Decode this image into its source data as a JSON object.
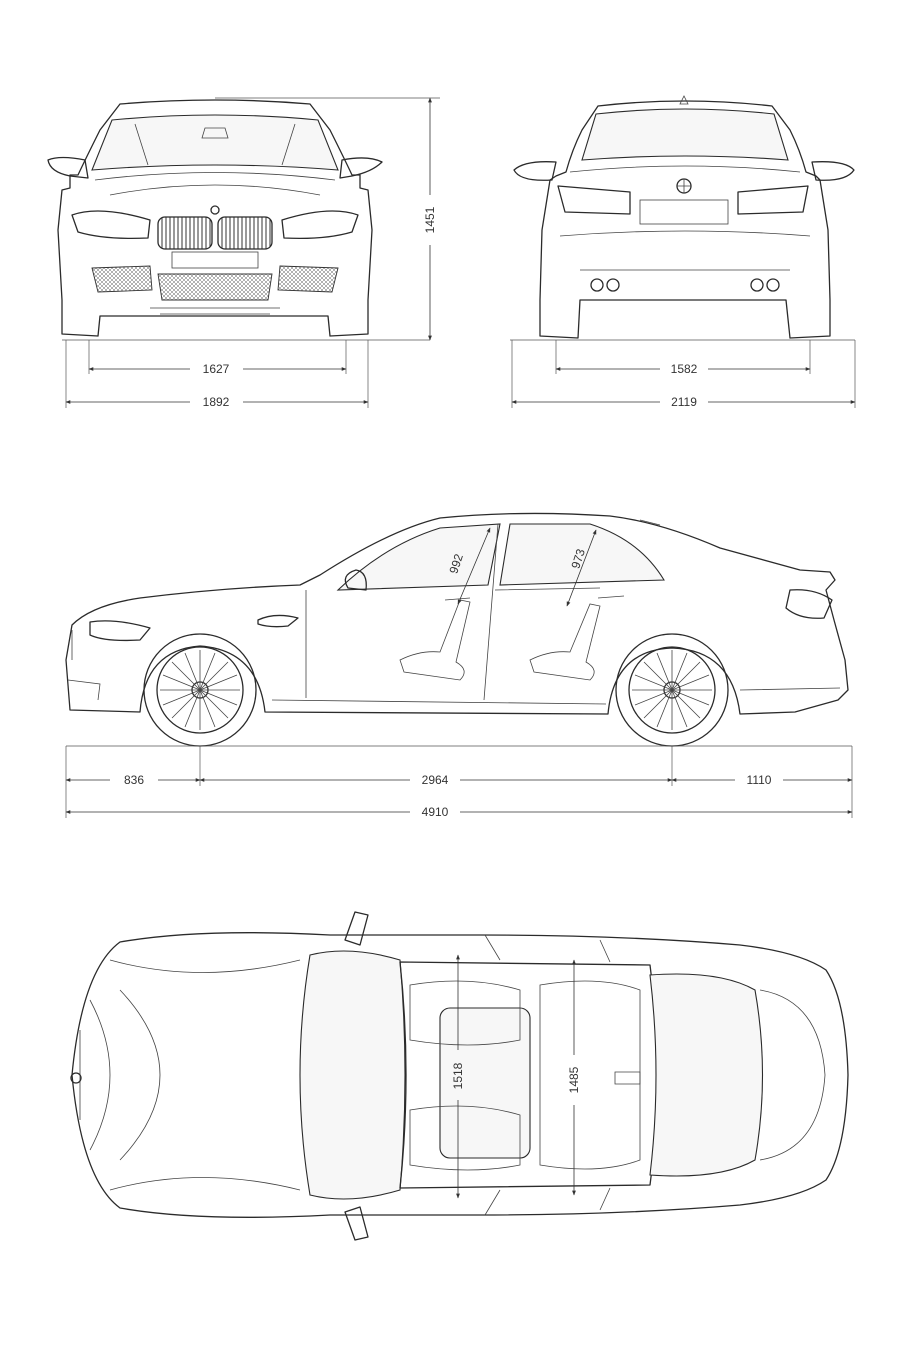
{
  "colors": {
    "line": "#2b2b2b",
    "background": "#ffffff"
  },
  "views": {
    "front": {
      "track_front": "1627",
      "width_body": "1892",
      "height": "1451"
    },
    "rear": {
      "track_rear": "1582",
      "width_mirrors": "2119"
    },
    "side": {
      "front_overhang": "836",
      "wheelbase": "2964",
      "rear_overhang": "1110",
      "length": "4910",
      "front_headroom": "992",
      "rear_headroom": "973"
    },
    "top": {
      "front_interior_width": "1518",
      "rear_interior_width": "1485"
    }
  }
}
